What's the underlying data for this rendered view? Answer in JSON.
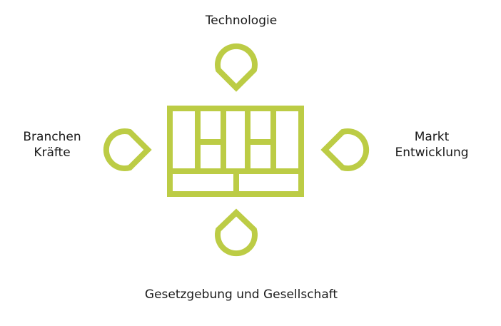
{
  "labels": {
    "top": "Technologie",
    "left_line1": "Branchen",
    "left_line2": "Kräfte",
    "right_line1": "Markt",
    "right_line2": "Entwicklung",
    "bottom": "Gesetzgebung und Gesellschaft"
  },
  "colors": {
    "accent": "#bccc45"
  }
}
